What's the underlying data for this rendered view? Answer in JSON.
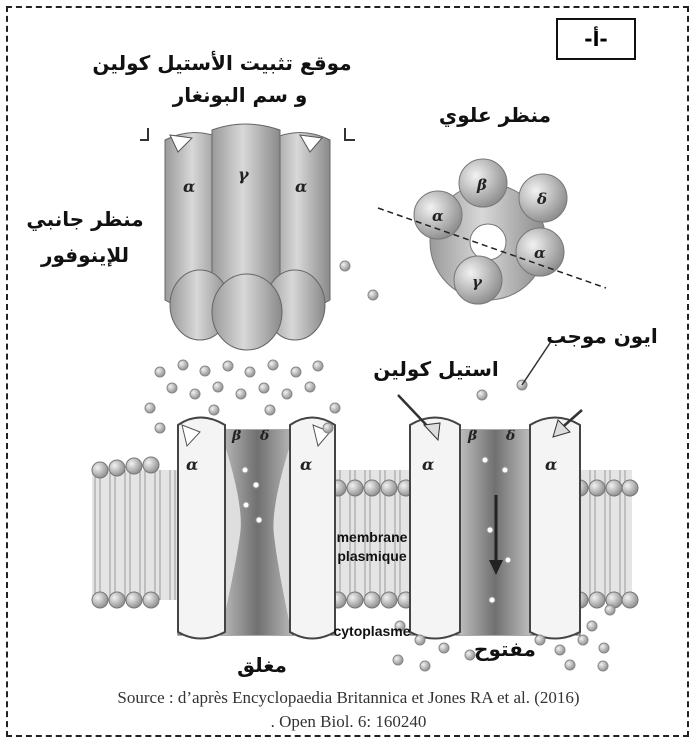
{
  "panel_tag": "-أ-",
  "labels": {
    "binding_site_line1": "موقع تثبيت الأستيل كولين",
    "binding_site_line2": "و سم البونغار",
    "top_view": "منظر علوي",
    "side_view_line1": "منظر جانبي",
    "side_view_line2": "للإينوفور",
    "positive_ion": "ايون موجب",
    "acetylcholine": "استيل كولين",
    "closed": "مغلق",
    "open": "مفتوح",
    "membrane_line1": "membrane",
    "membrane_line2": "plasmique",
    "cytoplasm": "cytoplasme"
  },
  "subunits": {
    "alpha": "α",
    "beta": "β",
    "gamma": "γ",
    "delta": "δ"
  },
  "source": {
    "line1": "Source : d’après Encyclopaedia Britannica et Jones RA et al. (2016)",
    "line2": ". Open Biol. 6: 160240"
  }
}
